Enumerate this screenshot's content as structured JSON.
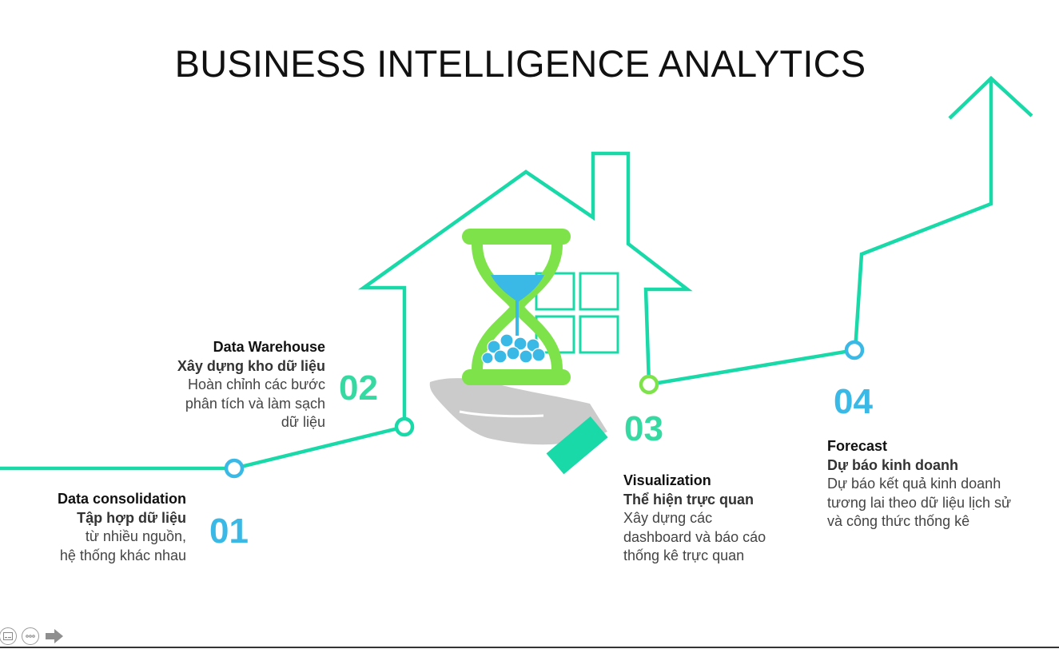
{
  "title": "BUSINESS INTELLIGENCE ANALYTICS",
  "colors": {
    "line": "#19d9a8",
    "node_blue": "#3ab8e6",
    "node_green": "#7ee24a",
    "num_blue": "#3ab8e6",
    "num_green": "#37d9a3",
    "hourglass_frame": "#7ee24a",
    "hourglass_sand": "#3ab8e6",
    "hand": "#c9c9c9",
    "cuff": "#19d9a8"
  },
  "steps": [
    {
      "number": "01",
      "heading": "Data consolidation",
      "subheading": "Tập hợp dữ liệu",
      "lines": [
        "từ nhiều nguồn,",
        "hệ thống khác nhau"
      ]
    },
    {
      "number": "02",
      "heading": "Data Warehouse",
      "subheading": "Xây dựng kho dữ liệu",
      "lines": [
        "Hoàn chỉnh các bước",
        "phân tích và làm sạch",
        "dữ liệu"
      ]
    },
    {
      "number": "03",
      "heading": "Visualization",
      "subheading": "Thể hiện trực quan",
      "lines": [
        "Xây dựng các",
        "dashboard và báo cáo",
        "thống kê trực quan"
      ]
    },
    {
      "number": "04",
      "heading": "Forecast",
      "subheading": "Dự báo kinh doanh",
      "lines": [
        "Dự báo kết quả kinh doanh",
        "tương lai theo dữ liệu lịch sử",
        "và công thức thống kê"
      ]
    }
  ],
  "icons": {
    "hourglass": "hourglass-icon",
    "hand": "hand-icon",
    "window": "window-icon",
    "arrow": "up-arrow-icon",
    "coins": "dollar-coin-icon"
  },
  "nav": {
    "subtitles": "subtitles-icon",
    "more": "more-options-icon",
    "next": "next-arrow-icon"
  }
}
